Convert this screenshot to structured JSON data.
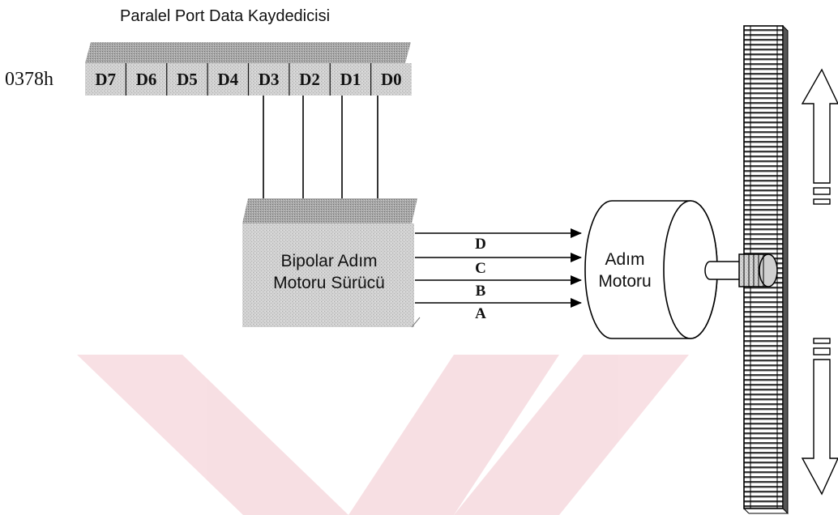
{
  "title": "Paralel Port Data Kaydedicisi",
  "register": {
    "address": "0378h",
    "bits": [
      "D7",
      "D6",
      "D5",
      "D4",
      "D3",
      "D2",
      "D1",
      "D0"
    ]
  },
  "driver": {
    "line1": "Bipolar Adım",
    "line2": "Motoru Sürücü"
  },
  "phases": [
    "D",
    "C",
    "B",
    "A"
  ],
  "motor": {
    "line1": "Adım",
    "line2": "Motoru"
  },
  "colors": {
    "register_fill": "#cfcfcf",
    "driver_fill": "#d4d4d4",
    "watermark": "#c8102e",
    "line": "#000000"
  }
}
